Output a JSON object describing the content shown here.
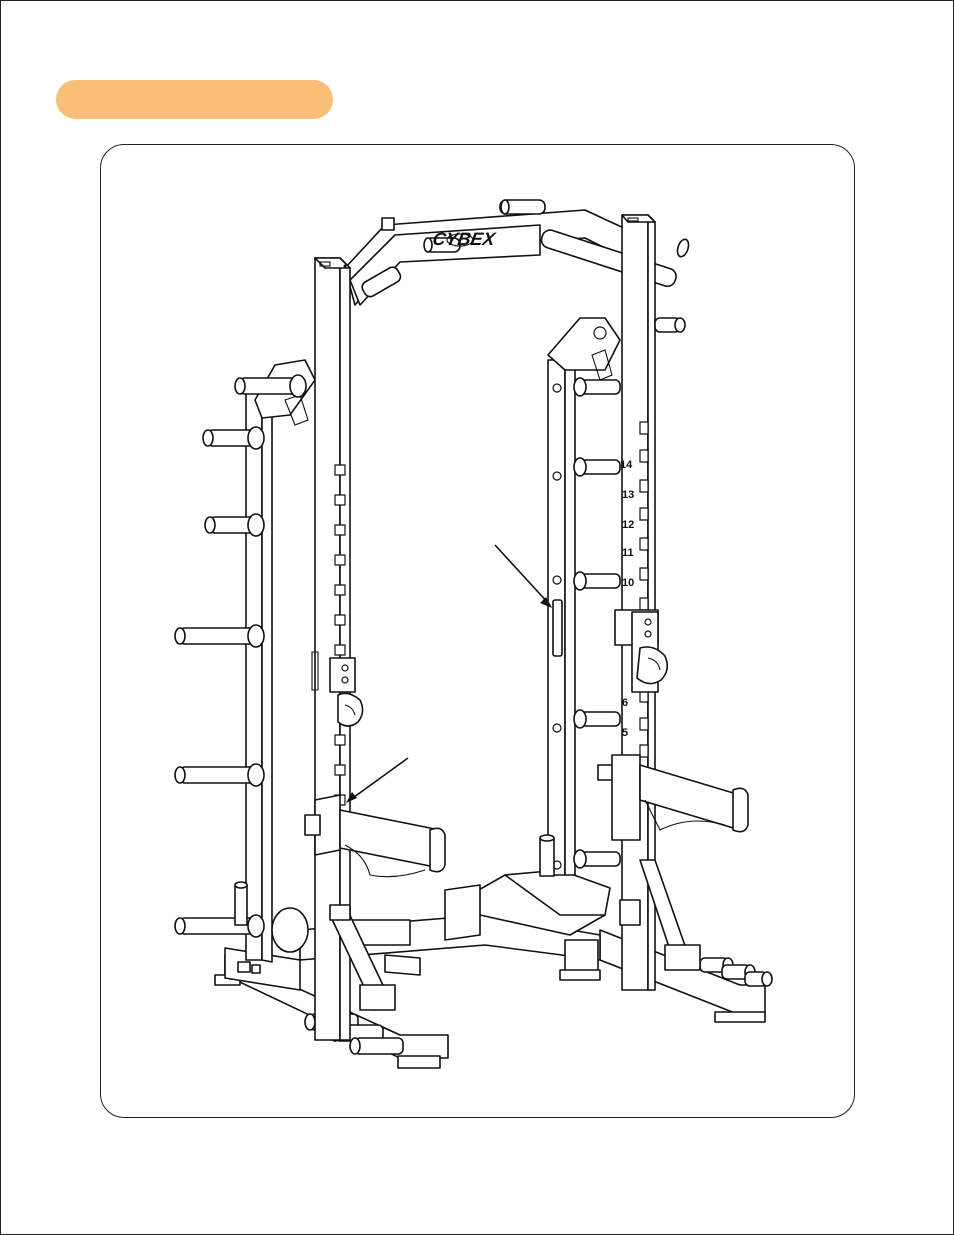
{
  "colors": {
    "section_pill": "#F9BE77",
    "ink": "#111111",
    "background": "#FFFFFF"
  },
  "header": {
    "section_title": ""
  },
  "figure": {
    "brand_text": "CYBEX",
    "hole_numbers_right_post": [
      "14",
      "13",
      "12",
      "11",
      "10",
      "6",
      "5"
    ],
    "icons": [
      "half-rack-illustration",
      "callout-arrow",
      "callout-arrow"
    ]
  }
}
